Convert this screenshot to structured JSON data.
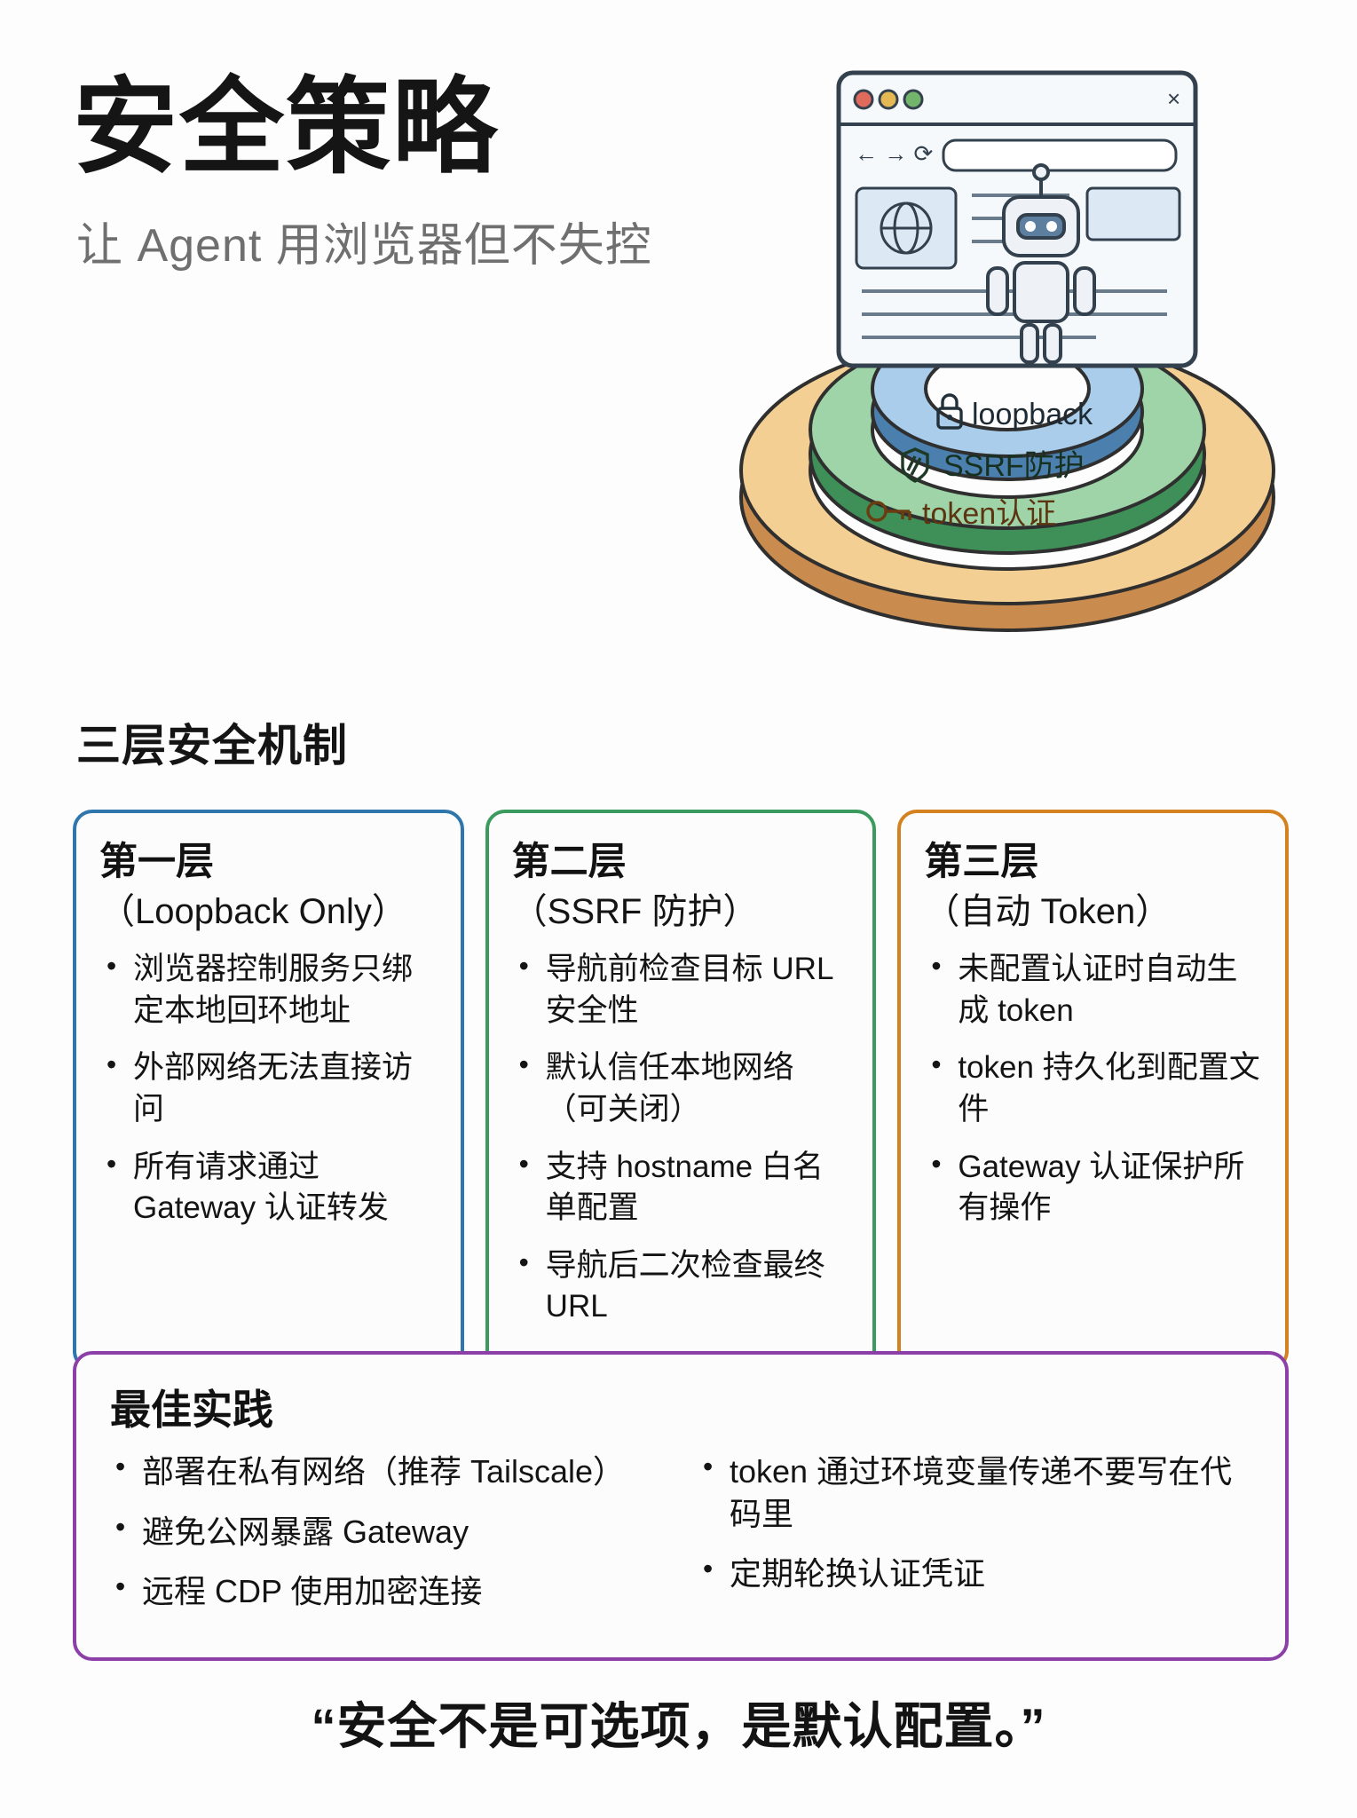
{
  "header": {
    "title": "安全策略",
    "subtitle": "让 Agent 用浏览器但不失控"
  },
  "illustration": {
    "alt_name": "layered-security-rings-illustration",
    "rings": [
      {
        "label": "loopback",
        "icon": "lock-icon",
        "color": "#7fb4dd"
      },
      {
        "label": "SSRF防护",
        "icon": "shield-icon",
        "color": "#8fcb9b"
      },
      {
        "label": "token认证",
        "icon": "key-icon",
        "color": "#f0c583"
      }
    ],
    "robot": "robot-icon",
    "browser_window": "browser-window"
  },
  "section": {
    "heading": "三层安全机制"
  },
  "cards": [
    {
      "title": "第一层",
      "subtitle": "（Loopback Only）",
      "color": "#2f76ad",
      "bullets": [
        "浏览器控制服务只绑定本地回环地址",
        "外部网络无法直接访问",
        "所有请求通过 Gateway 认证转发"
      ]
    },
    {
      "title": "第二层",
      "subtitle": "（SSRF 防护）",
      "color": "#3b9a5e",
      "bullets": [
        "导航前检查目标 URL 安全性",
        "默认信任本地网络（可关闭）",
        "支持 hostname 白名单配置",
        "导航后二次检查最终 URL"
      ]
    },
    {
      "title": "第三层",
      "subtitle": "（自动 Token）",
      "color": "#d4821f",
      "bullets": [
        "未配置认证时自动生成 token",
        "token 持久化到配置文件",
        "Gateway 认证保护所有操作"
      ]
    }
  ],
  "practices": {
    "title": "最佳实践",
    "color": "#8d3fa8",
    "left_bullets": [
      "部署在私有网络（推荐 Tailscale）",
      "避免公网暴露 Gateway",
      "远程 CDP 使用加密连接"
    ],
    "right_bullets": [
      "token 通过环境变量传递不要写在代码里",
      "定期轮换认证凭证"
    ]
  },
  "quote": {
    "text": "“安全不是可选项，是默认配置。”"
  }
}
